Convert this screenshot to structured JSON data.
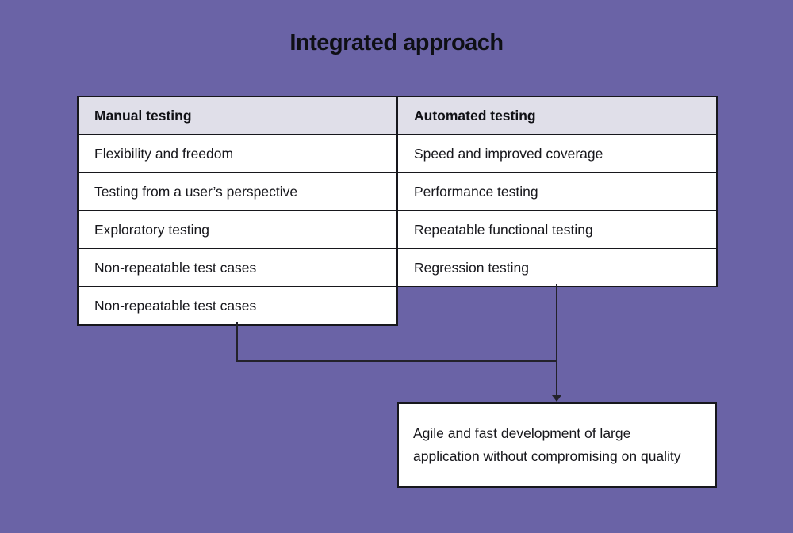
{
  "title": "Integrated approach",
  "table": {
    "columns": [
      {
        "header": "Manual testing",
        "rows": [
          "Flexibility and freedom",
          "Testing from a user’s perspective",
          "Exploratory testing",
          "Non-repeatable test cases",
          "Non-repeatable test cases"
        ]
      },
      {
        "header": "Automated testing",
        "rows": [
          "Speed and improved coverage",
          "Performance testing",
          "Repeatable functional testing",
          "Regression testing"
        ]
      }
    ]
  },
  "result_box": {
    "text": "Agile and fast development of large application without compromising on quality"
  },
  "colors": {
    "background": "#6A63A6",
    "table_header_bg": "#E0DFE9",
    "cell_bg": "#FFFFFF",
    "border": "#17171C",
    "connector": "#23222B",
    "title_text": "#0E0F14"
  }
}
